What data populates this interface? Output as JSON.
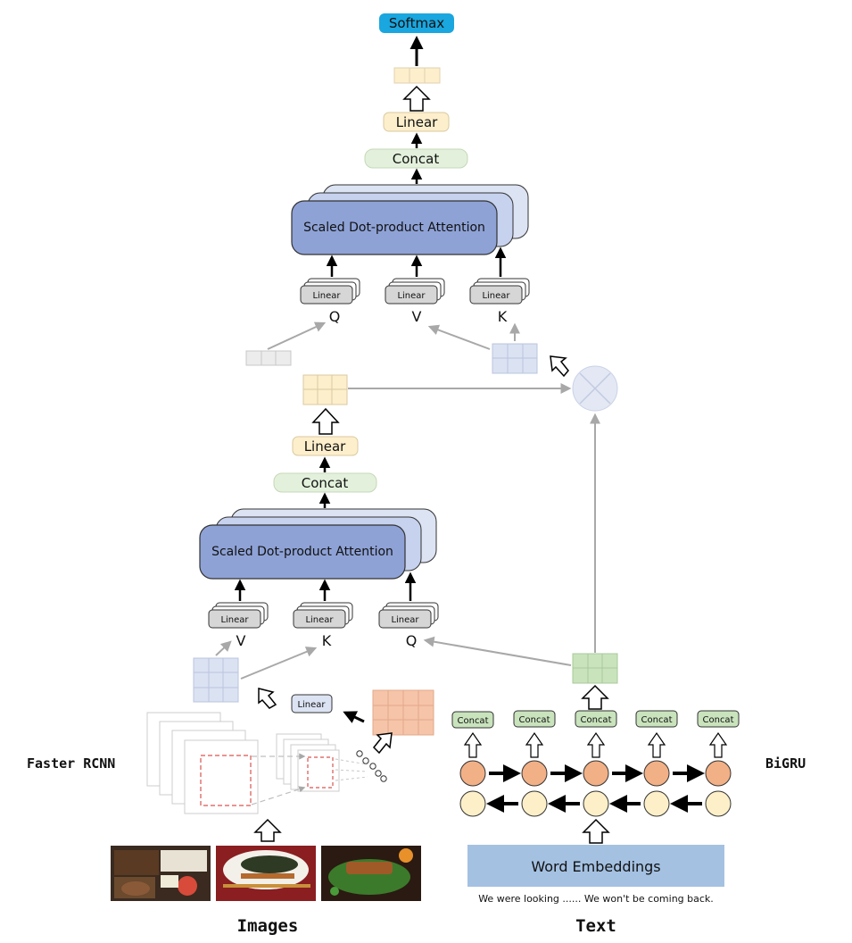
{
  "labels": {
    "softmax": "Softmax",
    "linear": "Linear",
    "concat": "Concat",
    "attention": "Scaled Dot-product Attention",
    "q": "Q",
    "v": "V",
    "k": "K",
    "faster_rcnn": "Faster RCNN",
    "bigru": "BiGRU",
    "images": "Images",
    "text": "Text",
    "word_embeddings": "Word Embeddings",
    "sentence": "We were looking ...... We won't be coming back."
  },
  "colors": {
    "softmax": "#1aa6de",
    "attention_fill": "#8ea2d6",
    "attention_back": "#c6d2ee",
    "concat_fill": "#e3f1dc",
    "linear_fill": "#fdefcc",
    "linear_small": "#d6d6d6",
    "embeddings": "#a4c1e2",
    "gru_forward": "#f2b086",
    "gru_backward": "#fdf0c8",
    "img_grid": "#f6c4a9",
    "text_grid": "#c9e3bd",
    "mixed_grid": "#dbe2f2",
    "cross_circle": "#e3e8f4"
  }
}
